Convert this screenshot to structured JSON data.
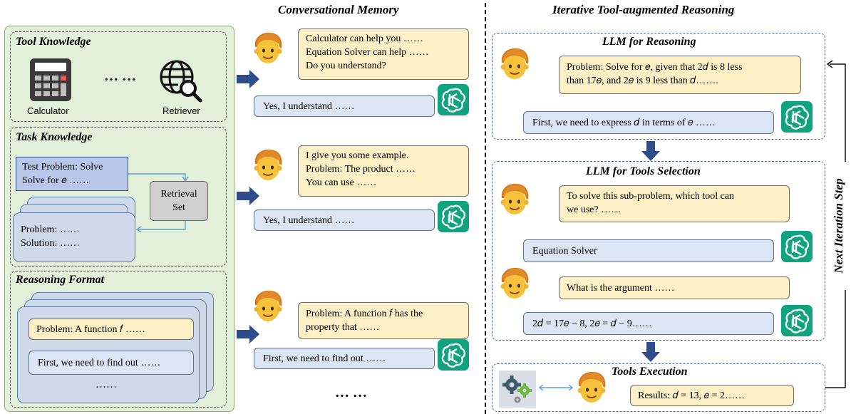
{
  "headers": {
    "memory": "Conversational Memory",
    "reasoning": "Iterative Tool-augmented Reasoning"
  },
  "left": {
    "tool_knowledge": {
      "title": "Tool Knowledge",
      "ellipsis": "… …",
      "calculator_label": "Calculator",
      "retriever_label": "Retriever"
    },
    "task_knowledge": {
      "title": "Task Knowledge",
      "test_problem_line1": "Test Problem: Solve",
      "test_problem_line2": "Solve for 𝑒 ……",
      "retrieval_line1": "Retrieval",
      "retrieval_line2": "Set",
      "example_line1": "Problem: ……",
      "example_line2": "Solution:  ……"
    },
    "reasoning_format": {
      "title": "Reasoning Format",
      "problem": "Problem: A function 𝑓 ……",
      "first": "First, we need to find out ……",
      "ellipsis": "……"
    }
  },
  "memory": {
    "turn1": {
      "user_line1": "Calculator can help you ……",
      "user_line2": "Equation Solver can help ……",
      "user_line3": "Do you understand?",
      "reply": "Yes, I understand ……"
    },
    "turn2": {
      "user_line1": "I give you some example.",
      "user_line2": "Problem: The product ……",
      "user_line3": "You can use ……",
      "reply": "Yes, I understand ……"
    },
    "turn3": {
      "user_line1": "Problem: A function 𝑓 has the",
      "user_line2": "property that ……",
      "reply": "First, we need to find out ……"
    },
    "ellipsis": "… …"
  },
  "reasoning": {
    "llm_reasoning": {
      "title": "LLM for Reasoning",
      "problem_line1": "Problem: Solve for 𝑒, given that 2𝑑 is 8 less",
      "problem_line2": "than 17𝑒, and 2𝑒 is 9 less than 𝑑…….",
      "reply": "First, we need to express 𝑑 in terms of 𝑒 ……"
    },
    "tool_selection": {
      "title": "LLM for Tools Selection",
      "question_line1": "To solve this sub-problem, which tool can",
      "question_line2": "we use? ……",
      "tool_answer": "Equation Solver",
      "argument_question": "What is the argument ……",
      "argument_answer": "2𝑑 = 17𝑒 − 8, 2𝑒 = 𝑑 − 9……"
    },
    "execution": {
      "title": "Tools Execution",
      "result": "Results: 𝑑 = 13, 𝑒 = 2……"
    },
    "loop_label": "Next Iteration Step"
  },
  "colors": {
    "panel_green": "#e2efd9",
    "user_bubble": "#fdf0c6",
    "assistant_bubble": "#dbe5f3",
    "gpt_green": "#10a37f",
    "arrow_navy": "#2e4d8a"
  },
  "icons": [
    "face-icon",
    "chatgpt-icon",
    "calculator-icon",
    "globe-search-icon",
    "gears-icon",
    "arrow-right-icon",
    "arrow-down-icon"
  ]
}
